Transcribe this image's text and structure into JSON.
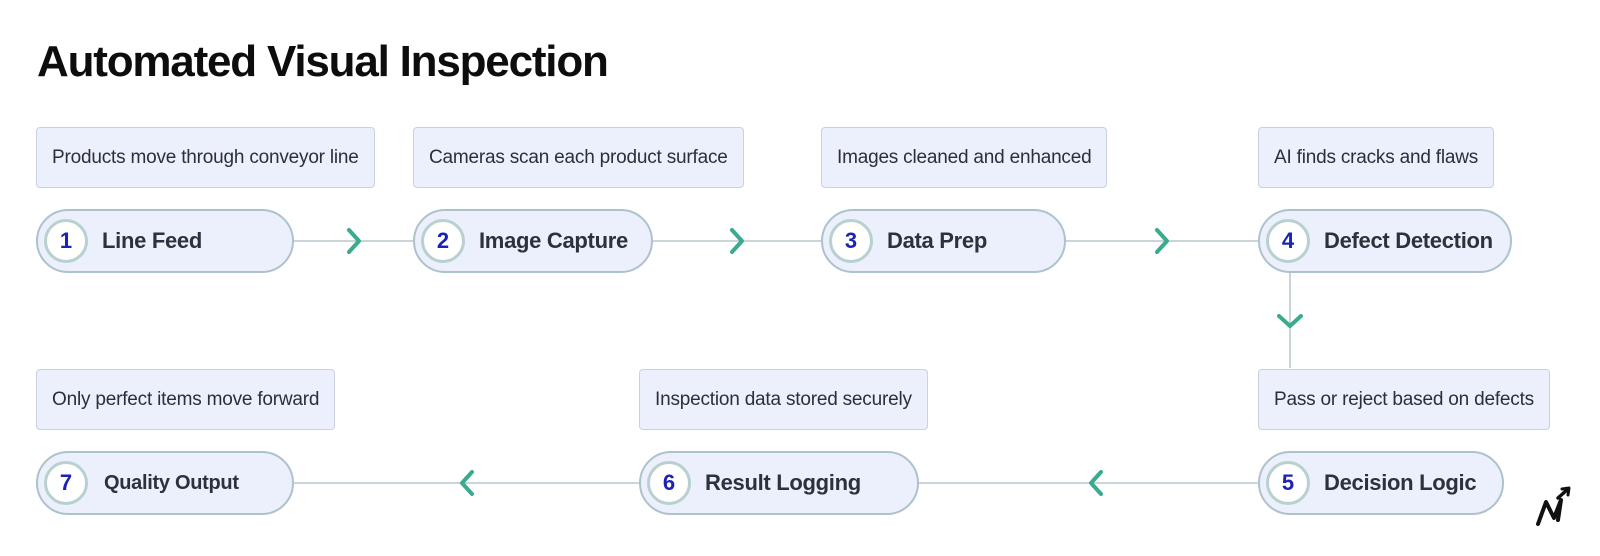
{
  "diagram": {
    "title": "Automated Visual Inspection",
    "steps": [
      {
        "number": "1",
        "label": "Line Feed",
        "description": "Products move through conveyor line"
      },
      {
        "number": "2",
        "label": "Image Capture",
        "description": "Cameras scan each product surface"
      },
      {
        "number": "3",
        "label": "Data Prep",
        "description": "Images cleaned and enhanced"
      },
      {
        "number": "4",
        "label": "Defect Detection",
        "description": "AI finds cracks and flaws"
      },
      {
        "number": "5",
        "label": "Decision Logic",
        "description": "Pass or reject based on defects"
      },
      {
        "number": "6",
        "label": "Result Logging",
        "description": "Inspection data stored securely"
      },
      {
        "number": "7",
        "label": "Quality Output",
        "description": "Only perfect items move forward"
      }
    ],
    "connections": [
      {
        "from": "1",
        "to": "2"
      },
      {
        "from": "2",
        "to": "3"
      },
      {
        "from": "3",
        "to": "4"
      },
      {
        "from": "4",
        "to": "5"
      },
      {
        "from": "5",
        "to": "6"
      },
      {
        "from": "6",
        "to": "7"
      }
    ],
    "colors": {
      "accent_arrow": "#3aab8f",
      "connector_line": "#c9d5d8",
      "node_fill": "#eceffc",
      "node_border": "#aec2cc",
      "number_text": "#1b22b5"
    },
    "logo_icon": "brand-logo-icon"
  }
}
